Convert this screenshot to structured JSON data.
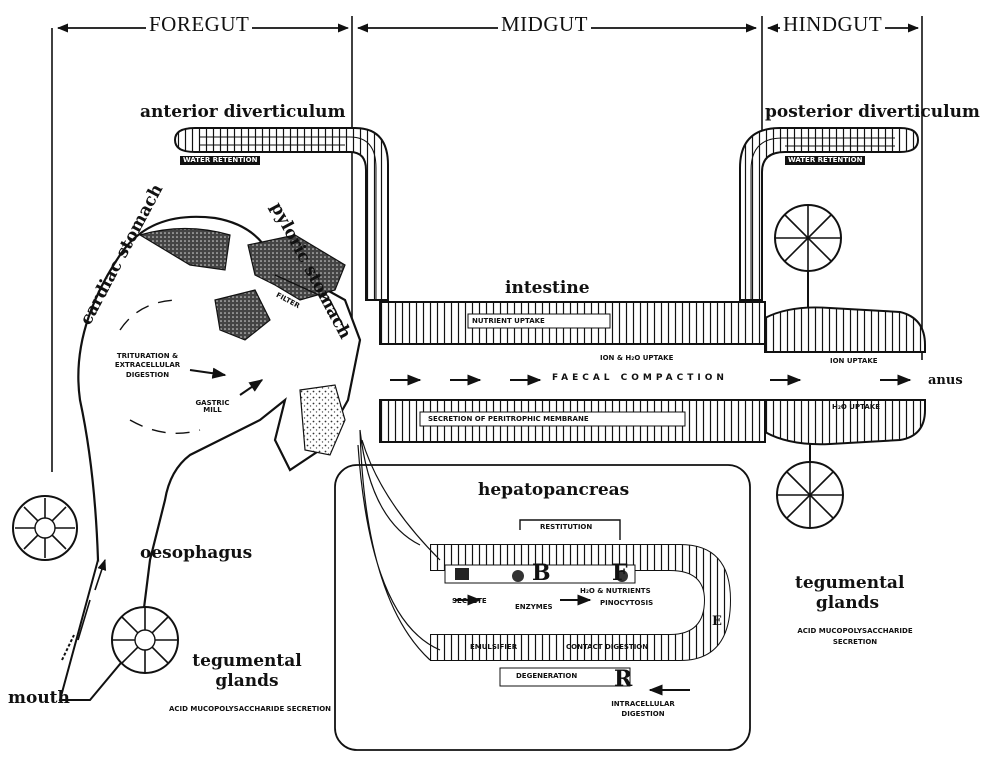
{
  "sections": {
    "foregut": "FOREGUT",
    "midgut": "MIDGUT",
    "hindgut": "HINDGUT"
  },
  "labels": {
    "anterior_diverticulum": "anterior diverticulum",
    "posterior_diverticulum": "posterior diverticulum",
    "cardiac_stomach": "cardiac stomach",
    "pyloric_stomach": "pyloric stomach",
    "intestine": "intestine",
    "anus": "anus",
    "mouth": "mouth",
    "oesophagus": "oesophagus",
    "hepatopancreas": "hepatopancreas",
    "tegumental_glands": "tegumental glands",
    "filter": "FILTER",
    "gastric_mill": "GASTRIC MILL",
    "trituration": "TRITURATION & EXTRACELLULAR DIGESTION"
  },
  "processes": {
    "nutrient_uptake": "NUTRIENT UPTAKE",
    "ion_h2o_uptake_mid": "ION & H₂O UPTAKE",
    "faecal_compaction": "FAECAL COMPACTION",
    "ion_uptake": "ION UPTAKE",
    "h2o_uptake": "H₂O UPTAKE",
    "peritrophic": "SECRETION OF PERITROPHIC MEMBRANE",
    "water_retention": "WATER RETENTION",
    "restitution": "RESTITUTION",
    "secrete": "SECRETE",
    "enzymes": "ENZYMES",
    "h2o_nutrients": "H₂O & NUTRIENTS",
    "pinocytosis": "PINOCYTOSIS",
    "emulsifier": "EMULSIFIER",
    "contact_digestion": "CONTACT DIGESTION",
    "degeneration": "DEGENERATION",
    "intracellular_digestion": "INTRACELLULAR DIGESTION",
    "acid_secretion": "ACID MUCOPOLYSACCHARIDE SECRETION"
  },
  "cells": {
    "b": "B",
    "f": "F",
    "r": "R",
    "e": "E"
  }
}
